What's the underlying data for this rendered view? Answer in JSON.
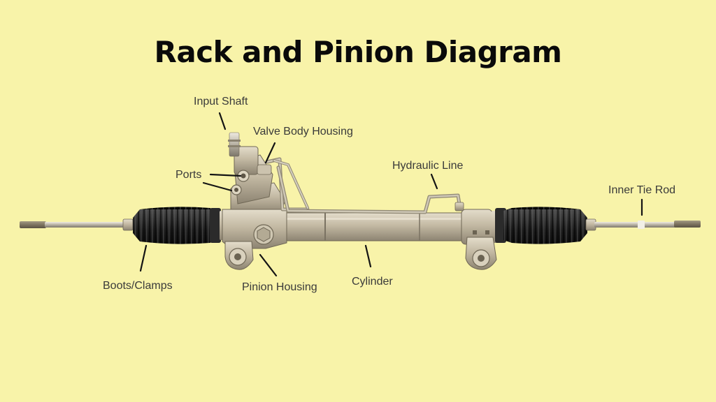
{
  "title": "Rack and Pinion Diagram",
  "labels": {
    "input_shaft": "Input Shaft",
    "valve_body_housing": "Valve Body Housing",
    "ports": "Ports",
    "hydraulic_line": "Hydraulic Line",
    "inner_tie_rod": "Inner Tie Rod",
    "boots_clamps": "Boots/Clamps",
    "pinion_housing": "Pinion Housing",
    "cylinder": "Cylinder"
  },
  "colors": {
    "background": "#f8f3a9",
    "metal": "#bdb4a0",
    "boot": "#1a1a1a",
    "text": "#3a3a3a"
  }
}
